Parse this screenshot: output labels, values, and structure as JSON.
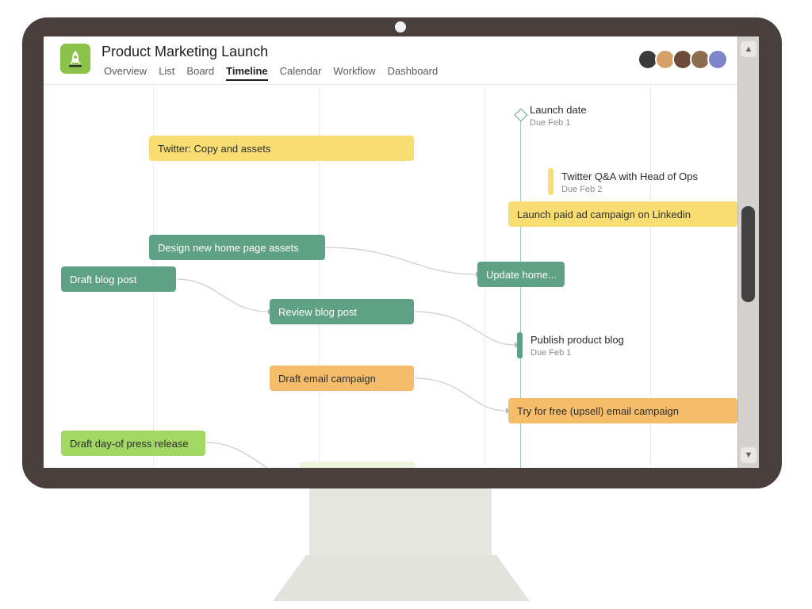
{
  "project": {
    "title": "Product Marketing Launch",
    "icon": "rocket-icon",
    "brand_color": "#8bc34a"
  },
  "tabs": [
    {
      "label": "Overview",
      "active": false
    },
    {
      "label": "List",
      "active": false
    },
    {
      "label": "Board",
      "active": false
    },
    {
      "label": "Timeline",
      "active": true
    },
    {
      "label": "Calendar",
      "active": false
    },
    {
      "label": "Workflow",
      "active": false
    },
    {
      "label": "Dashboard",
      "active": false
    }
  ],
  "members": [
    {
      "name": "member-1",
      "color": "#3a3a3a"
    },
    {
      "name": "member-2",
      "color": "#d6a06b"
    },
    {
      "name": "member-3",
      "color": "#6b4a3a"
    },
    {
      "name": "member-4",
      "color": "#8a6d4e"
    },
    {
      "name": "member-5",
      "color": "#7d86c8"
    }
  ],
  "colors": {
    "yellow": "#f8dd73",
    "green": "#5ea184",
    "orange": "#f5bd6a",
    "lime": "#a2d764"
  },
  "milestones": {
    "launch_date": {
      "label": "Launch date",
      "due": "Due Feb 1"
    },
    "twitter_qa": {
      "label": "Twitter Q&A with Head of Ops",
      "due": "Due Feb 2"
    },
    "publish_blog": {
      "label": "Publish product blog",
      "due": "Due Feb 1"
    }
  },
  "tasks": {
    "twitter_copy": "Twitter: Copy and assets",
    "linkedin_ads": "Launch paid ad campaign on Linkedin",
    "home_assets": "Design new home page assets",
    "update_home": "Update home...",
    "draft_blog": "Draft blog post",
    "review_blog": "Review blog post",
    "draft_email": "Draft email campaign",
    "upsell_email": "Try for free (upsell) email campaign",
    "press_release": "Draft day-of press release"
  }
}
